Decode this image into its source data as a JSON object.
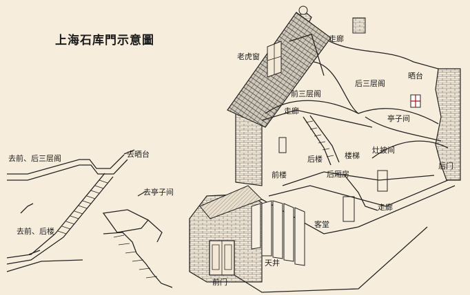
{
  "title": "上海石库門示意圖",
  "stair_labels": {
    "front_rear_third_loft": "去前、后三层阁",
    "drying_deck": "去晒台",
    "pavilion_room": "去亭子间",
    "front_rear_floor": "去前、后楼"
  },
  "house_labels": {
    "dormer_window": "老虎窗",
    "corridor_top": "走廊",
    "rooftop_terrace": "晒台",
    "rear_third_loft": "后三层阁",
    "front_third_loft": "前三层阁",
    "corridor_middle": "走廊",
    "pavilion_room": "亭子间",
    "stove_room": "灶披间",
    "back_door": "后门",
    "rear_floor": "后楼",
    "staircase": "楼梯",
    "front_floor": "前楼",
    "rear_wing_room": "后厢房",
    "corridor_ground": "走廊",
    "living_hall": "客堂",
    "courtyard": "天井",
    "front_door": "前门"
  }
}
